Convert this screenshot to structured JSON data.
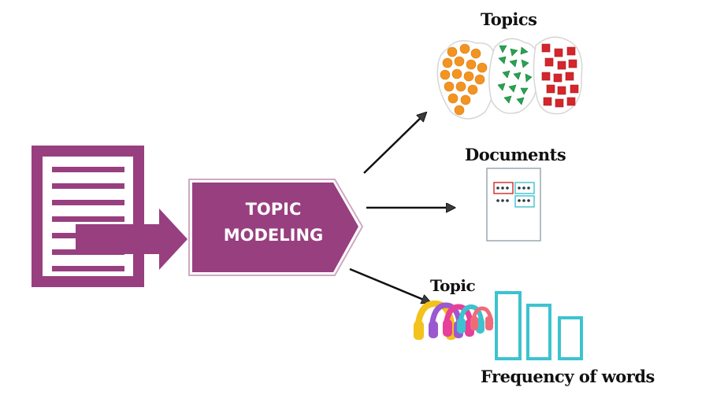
{
  "diagram": {
    "center_label_line1": "TOPIC",
    "center_label_line2": "MODELING",
    "output_topics_label": "Topics",
    "output_documents_label": "Documents",
    "output_topic_label": "Topic",
    "output_frequency_label": "Frequency of words"
  },
  "icons": {
    "input": "document-icon",
    "flow": "arrow-right-icon",
    "topics": "topic-clusters-icon",
    "documents": "document-grid-icon",
    "headphones": "headphones-icon",
    "bars": "bar-chart-icon"
  },
  "colors": {
    "primary": "#983f80",
    "primary_dark": "#7e2f69",
    "orange": "#f39422",
    "green": "#27a350",
    "red": "#d4262b",
    "teal": "#3cc3cf"
  }
}
